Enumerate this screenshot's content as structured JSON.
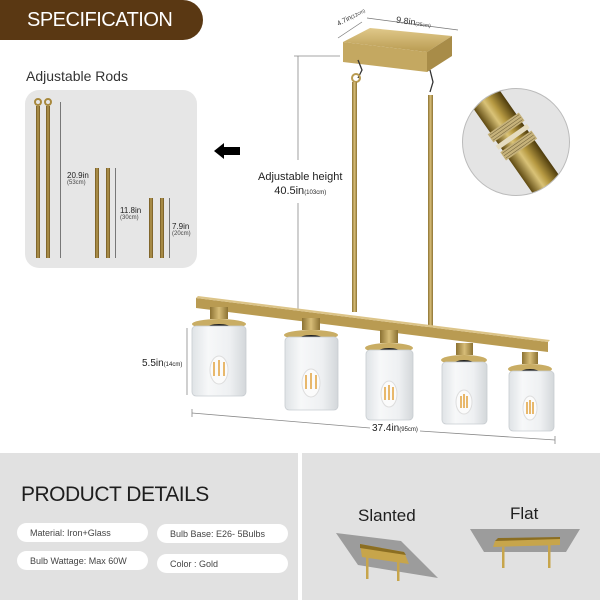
{
  "header": {
    "title": "SPECIFICATION"
  },
  "rods": {
    "title": "Adjustable Rods",
    "items": [
      {
        "inches": "20.9in",
        "cm": "(53cm)"
      },
      {
        "inches": "11.8in",
        "cm": "(30cm)"
      },
      {
        "inches": "7.9in",
        "cm": "(20cm)"
      }
    ]
  },
  "dimensions": {
    "canopy_depth": {
      "inches": "4.7in",
      "cm": "(12cm)"
    },
    "canopy_width": {
      "inches": "9.8in",
      "cm": "(25cm)"
    },
    "height": {
      "label": "Adjustable height",
      "inches": "40.5in",
      "cm": "(103cm)"
    },
    "shade_height": {
      "inches": "5.5in",
      "cm": "(14cm)"
    },
    "length": {
      "inches": "37.4in",
      "cm": "(95cm)"
    }
  },
  "colors": {
    "banner": "#5a3813",
    "gold": "#b99b52",
    "panel_gray": "#e1e1e1"
  },
  "product_details": {
    "title": "PRODUCT DETAILS",
    "specs": [
      {
        "label": "Material: Iron+Glass"
      },
      {
        "label": "Bulb Base: E26- 5Bulbs"
      },
      {
        "label": "Bulb Wattage: Max 60W"
      },
      {
        "label": "Color : Gold"
      }
    ]
  },
  "mounting": {
    "options": [
      {
        "label": "Slanted"
      },
      {
        "label": "Flat"
      }
    ]
  }
}
